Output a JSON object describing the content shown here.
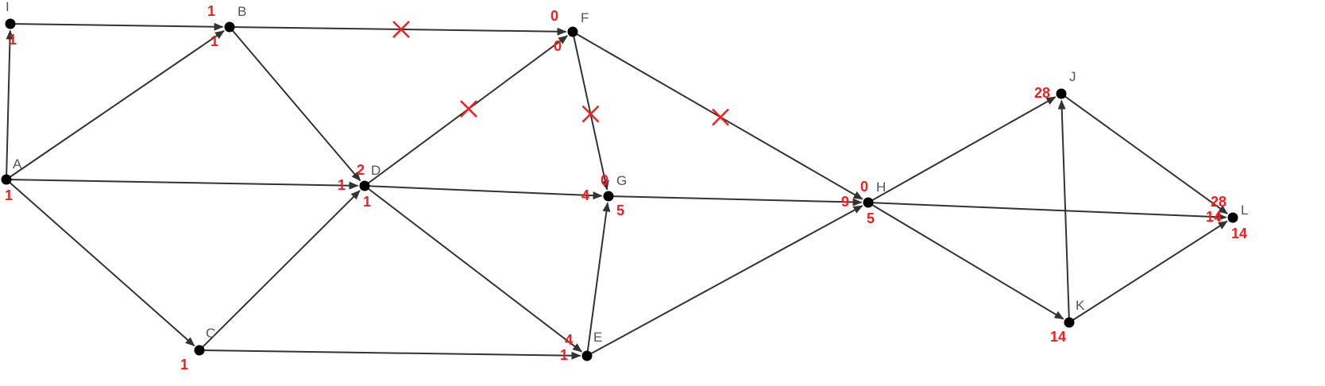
{
  "colors": {
    "edge": "#333333",
    "node": "#000000",
    "node_label": "#555555",
    "annotation": "#ff1a1a"
  },
  "nodes": [
    {
      "id": "I",
      "label": "I"
    },
    {
      "id": "B",
      "label": "B"
    },
    {
      "id": "F",
      "label": "F"
    },
    {
      "id": "A",
      "label": "A"
    },
    {
      "id": "D",
      "label": "D"
    },
    {
      "id": "G",
      "label": "G"
    },
    {
      "id": "C",
      "label": "C"
    },
    {
      "id": "E",
      "label": "E"
    },
    {
      "id": "H",
      "label": "H"
    },
    {
      "id": "J",
      "label": "J"
    },
    {
      "id": "K",
      "label": "K"
    },
    {
      "id": "L",
      "label": "L"
    }
  ],
  "edges": [
    {
      "from": "A",
      "to": "I",
      "crossed": false
    },
    {
      "from": "I",
      "to": "B",
      "crossed": false
    },
    {
      "from": "A",
      "to": "B",
      "crossed": false
    },
    {
      "from": "A",
      "to": "D",
      "crossed": false
    },
    {
      "from": "A",
      "to": "C",
      "crossed": false
    },
    {
      "from": "B",
      "to": "F",
      "crossed": true
    },
    {
      "from": "B",
      "to": "D",
      "crossed": false
    },
    {
      "from": "C",
      "to": "D",
      "crossed": false
    },
    {
      "from": "C",
      "to": "E",
      "crossed": false
    },
    {
      "from": "D",
      "to": "F",
      "crossed": true
    },
    {
      "from": "D",
      "to": "G",
      "crossed": false
    },
    {
      "from": "D",
      "to": "E",
      "crossed": false
    },
    {
      "from": "F",
      "to": "G",
      "crossed": true
    },
    {
      "from": "F",
      "to": "H",
      "crossed": true
    },
    {
      "from": "E",
      "to": "G",
      "crossed": false
    },
    {
      "from": "E",
      "to": "H",
      "crossed": false
    },
    {
      "from": "G",
      "to": "H",
      "crossed": false
    },
    {
      "from": "H",
      "to": "J",
      "crossed": false
    },
    {
      "from": "H",
      "to": "L",
      "crossed": false
    },
    {
      "from": "H",
      "to": "K",
      "crossed": false
    },
    {
      "from": "K",
      "to": "J",
      "crossed": false
    },
    {
      "from": "J",
      "to": "L",
      "crossed": false
    },
    {
      "from": "K",
      "to": "L",
      "crossed": false
    }
  ],
  "annotations": [
    {
      "node": "I",
      "slot": "below",
      "text": "1"
    },
    {
      "node": "B",
      "slot": "upper-left",
      "text": "1"
    },
    {
      "node": "B",
      "slot": "lower-left",
      "text": "1"
    },
    {
      "node": "F",
      "slot": "upper-left",
      "text": "0"
    },
    {
      "node": "F",
      "slot": "lower-left",
      "text": "0"
    },
    {
      "node": "A",
      "slot": "below",
      "text": "1"
    },
    {
      "node": "D",
      "slot": "top",
      "text": "2"
    },
    {
      "node": "D",
      "slot": "left",
      "text": "1"
    },
    {
      "node": "D",
      "slot": "below",
      "text": "1"
    },
    {
      "node": "G",
      "slot": "top",
      "text": "0"
    },
    {
      "node": "G",
      "slot": "left",
      "text": "4"
    },
    {
      "node": "G",
      "slot": "lower-right",
      "text": "5"
    },
    {
      "node": "C",
      "slot": "lower-left",
      "text": "1"
    },
    {
      "node": "E",
      "slot": "upper-left",
      "text": "4"
    },
    {
      "node": "E",
      "slot": "left",
      "text": "1"
    },
    {
      "node": "H",
      "slot": "top",
      "text": "0"
    },
    {
      "node": "H",
      "slot": "left",
      "text": "9"
    },
    {
      "node": "H",
      "slot": "below",
      "text": "5"
    },
    {
      "node": "J",
      "slot": "left",
      "text": "28"
    },
    {
      "node": "K",
      "slot": "lower-left",
      "text": "14"
    },
    {
      "node": "L",
      "slot": "upper-left",
      "text": "28"
    },
    {
      "node": "L",
      "slot": "left",
      "text": "14"
    },
    {
      "node": "L",
      "slot": "below",
      "text": "14"
    }
  ]
}
